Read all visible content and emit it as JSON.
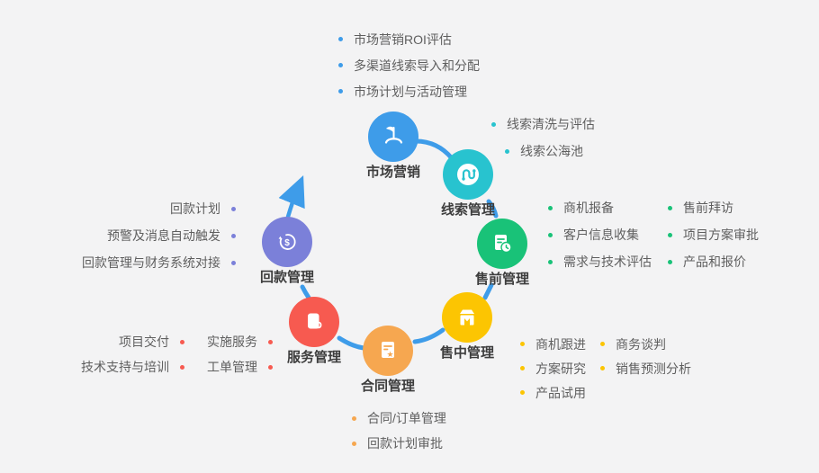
{
  "background_color": "#f3f3f4",
  "connector_color": "#3e9ce9",
  "nodes": {
    "marketing": {
      "label": "市场营销",
      "color": "#3e9ce9",
      "icon": "flag-icon"
    },
    "leads": {
      "label": "线索管理",
      "color": "#28c3cf",
      "icon": "route-icon"
    },
    "presales": {
      "label": "售前管理",
      "color": "#19c278",
      "icon": "document-clock-icon"
    },
    "insales": {
      "label": "售中管理",
      "color": "#fcc502",
      "icon": "package-icon"
    },
    "contract": {
      "label": "合同管理",
      "color": "#f6a750",
      "icon": "document-star-icon"
    },
    "service": {
      "label": "服务管理",
      "color": "#f75a50",
      "icon": "book-icon"
    },
    "payment": {
      "label": "回款管理",
      "color": "#7b80d9",
      "icon": "refresh-dollar-icon"
    }
  },
  "lists": {
    "marketing": {
      "bullet_color": "#3e9ce9",
      "items": [
        "市场营销ROI评估",
        "多渠道线索导入和分配",
        "市场计划与活动管理"
      ]
    },
    "leads": {
      "bullet_color": "#28c3cf",
      "items": [
        "线索清洗与评估",
        "线索公海池"
      ]
    },
    "presales": {
      "bullet_color": "#19c278",
      "col1": [
        "商机报备",
        "客户信息收集",
        "需求与技术评估"
      ],
      "col2": [
        "售前拜访",
        "项目方案审批",
        "产品和报价"
      ]
    },
    "insales": {
      "bullet_color": "#fcc502",
      "col1": [
        "商机跟进",
        "方案研究",
        "产品试用"
      ],
      "col2": [
        "商务谈判",
        "销售预测分析"
      ]
    },
    "contract": {
      "bullet_color": "#f6a750",
      "items": [
        "合同/订单管理",
        "回款计划审批"
      ]
    },
    "service": {
      "bullet_color": "#f75a50",
      "col1": [
        "项目交付",
        "技术支持与培训"
      ],
      "col2": [
        "实施服务",
        "工单管理"
      ]
    },
    "payment": {
      "bullet_color": "#7b80d9",
      "items": [
        "回款计划",
        "预警及消息自动触发",
        "回款管理与财务系统对接"
      ]
    }
  }
}
